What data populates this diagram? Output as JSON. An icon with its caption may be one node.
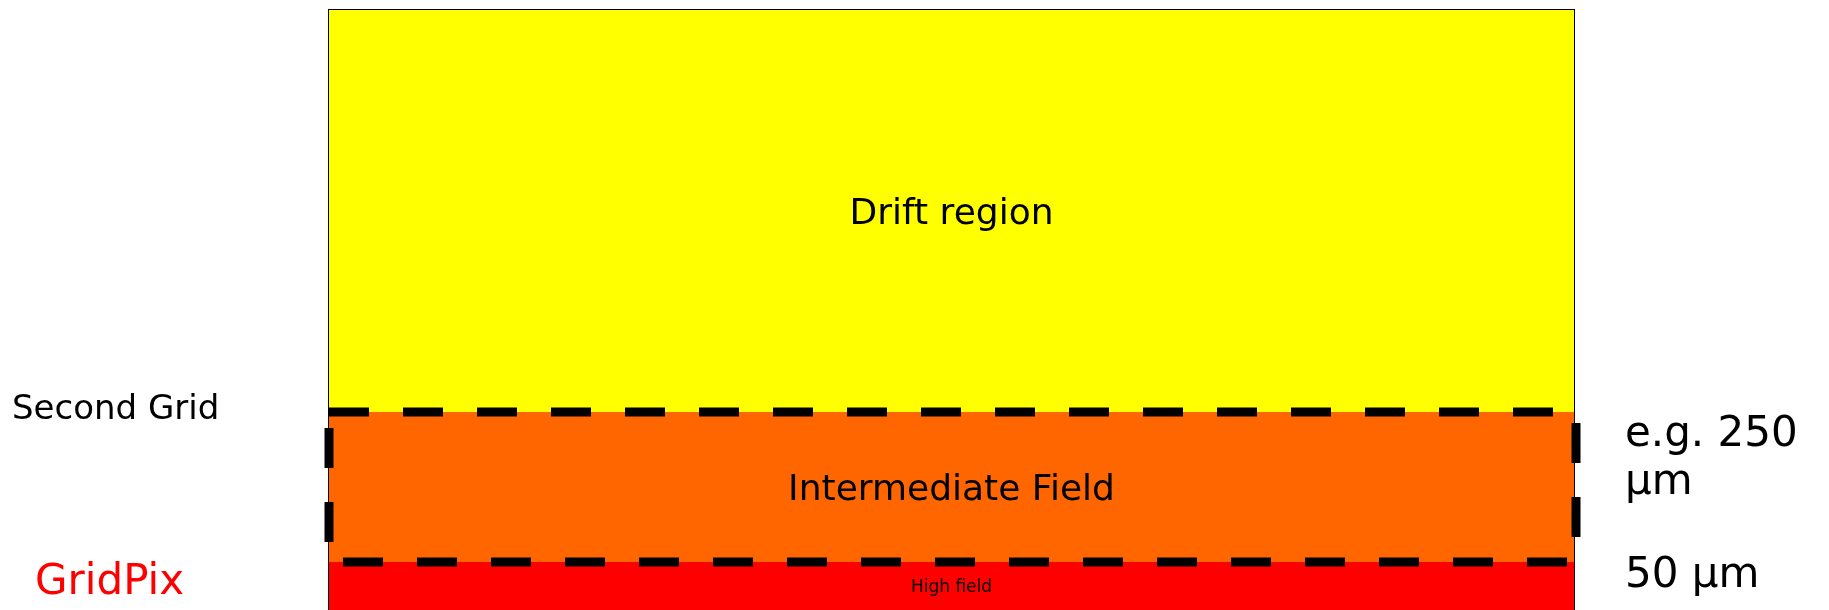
{
  "diagram": {
    "nodes": [
      {
        "text": [
          "Drift region"
        ]
      },
      {
        "text": [
          "Intermediate Field"
        ]
      },
      {
        "text": [
          "High field"
        ]
      }
    ],
    "labels": [
      "Second Grid",
      "e.g. 250 µm",
      "GridPix",
      "50 µm"
    ]
  }
}
